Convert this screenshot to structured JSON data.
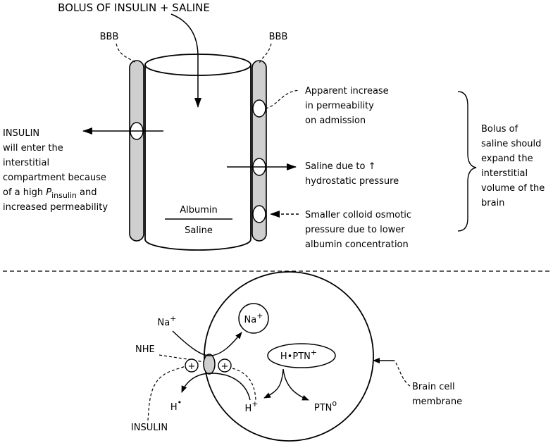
{
  "top": {
    "bolus_label": "BOLUS OF INSULIN + SALINE",
    "bbb_left": "BBB",
    "bbb_right": "BBB",
    "permeability_lines": [
      "Apparent increase",
      "in permeability",
      "on admission"
    ],
    "saline_lines": [
      "Saline due to ↑",
      "hydrostatic pressure"
    ],
    "colloid_lines": [
      "Smaller colloid osmotic",
      "pressure due to lower",
      "albumin concentration"
    ],
    "insulin_lines": [
      "INSULIN",
      "will enter the",
      "interstitial",
      "compartment because"
    ],
    "insulin_line5_prefix": "of a high ",
    "insulin_p_symbol": "P",
    "insulin_p_subscript": "insulin",
    "insulin_line5_suffix": " and",
    "insulin_line6": "increased permeability",
    "albumin_label": "Albumin",
    "saline_label": "Saline",
    "bracket_lines": [
      "Bolus of",
      "saline should",
      "expand the",
      "interstitial",
      "volume of the",
      "brain"
    ]
  },
  "bottom": {
    "na_plus_outside": "Na",
    "na_plus_inside": "Na",
    "plus_sup": "+",
    "nhe_label": "NHE",
    "hptn_label": "H•PTN",
    "ptn_label": "PTN",
    "ptn_sup": "o",
    "h_dot_label": "H",
    "h_dot_sup": "•",
    "h_plus_label": "H",
    "insulin_label": "INSULIN",
    "plus_sign": "+",
    "brain_cell_lines": [
      "Brain cell",
      "membrane"
    ]
  },
  "colors": {
    "wall_fill": "#cfcfcf",
    "ink": "#000000"
  }
}
